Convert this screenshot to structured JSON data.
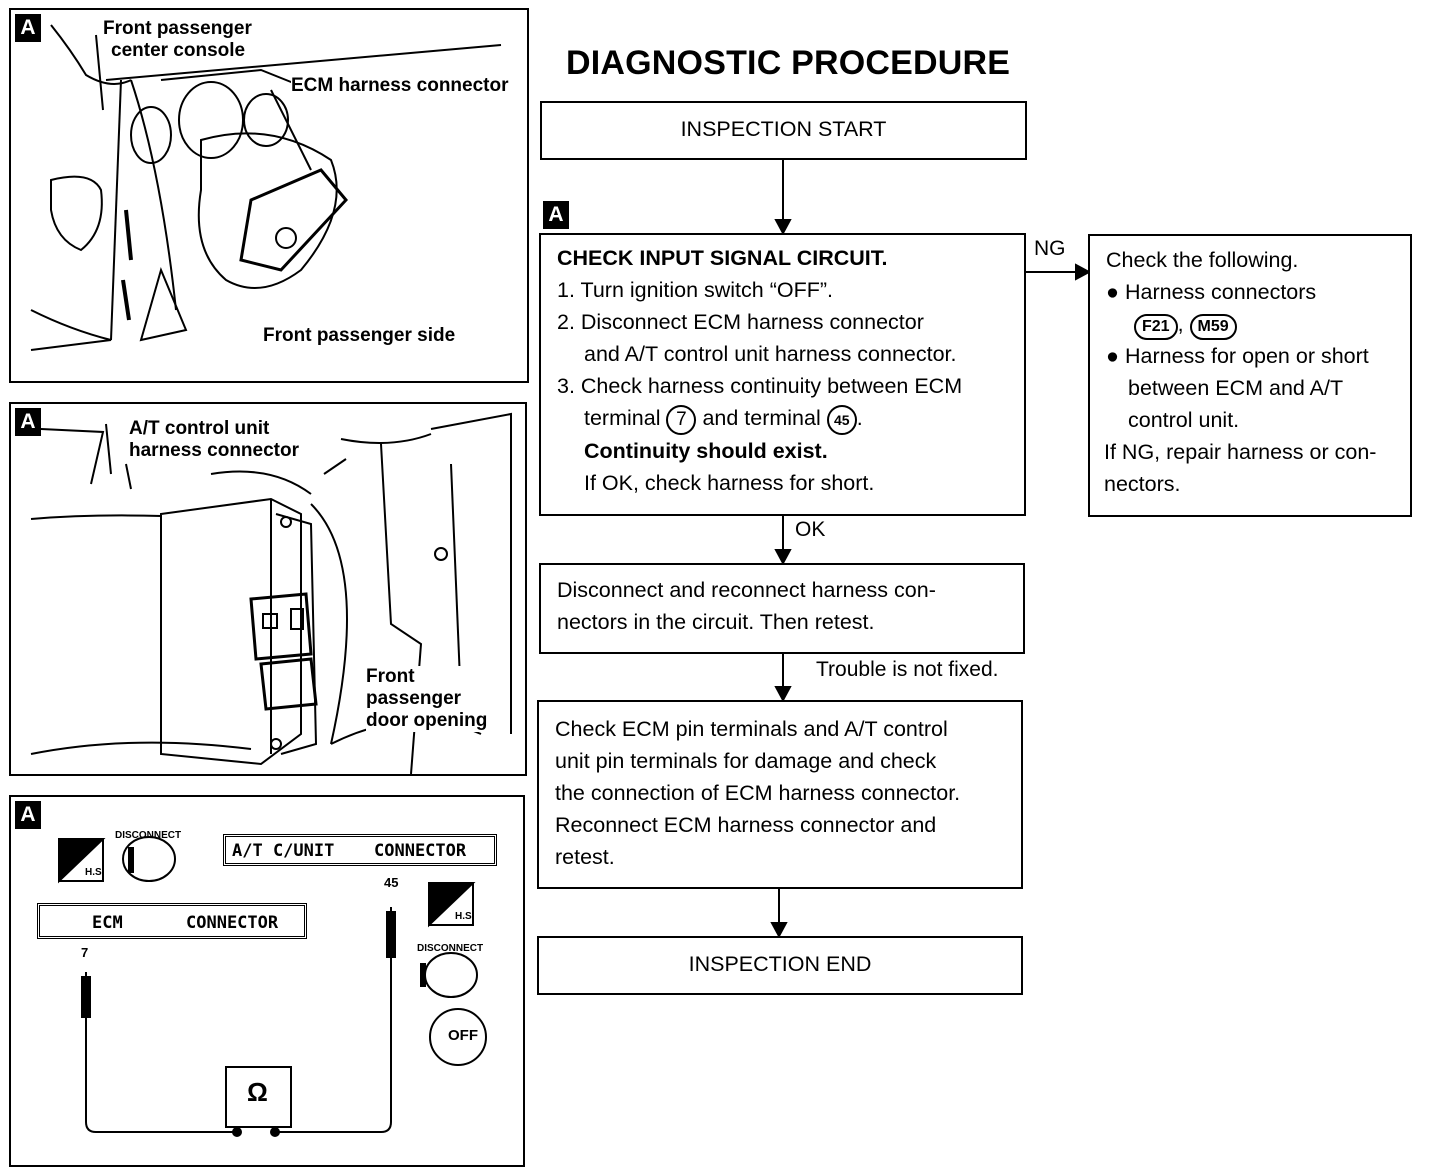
{
  "title": "DIAGNOSTIC PROCEDURE",
  "panels": {
    "tag": "A",
    "panel1": {
      "label_console": "Front passenger center console",
      "label_console_l1": "Front passenger",
      "label_console_l2": "center console",
      "label_ecm": "ECM harness connector",
      "label_side": "Front passenger side"
    },
    "panel2": {
      "label_conn_l1": "A/T control unit",
      "label_conn_l2": "harness connector",
      "label_door_l1": "Front",
      "label_door_l2": "passenger",
      "label_door_l3": "door opening"
    },
    "panel3": {
      "disconnect": "DISCONNECT",
      "hs": "H.S.",
      "at_unit": "A/T C/UNIT",
      "connector": "CONNECTOR",
      "ecm": "ECM",
      "pin_45": "45",
      "pin_7": "7",
      "ohm": "Ω",
      "off": "OFF"
    }
  },
  "flow": {
    "start": "INSPECTION START",
    "check": {
      "tag": "A",
      "heading": "CHECK INPUT SIGNAL CIRCUIT.",
      "step1": "1. Turn ignition switch “OFF”.",
      "step2a": "2. Disconnect ECM harness connector",
      "step2b": "and A/T control unit harness connector.",
      "step3a": "3. Check harness continuity between ECM",
      "step3b_pre": "terminal",
      "step3b_t1": "7",
      "step3b_mid": "and terminal",
      "step3b_t2": "45",
      "step3b_post": ".",
      "exist": "Continuity should exist.",
      "ifok": "If OK, check harness for short."
    },
    "ng_label": "NG",
    "ok_label": "OK",
    "ng_box": {
      "line1": "Check the following.",
      "bullet1": "Harness connectors",
      "conn1": "F21",
      "comma": ",",
      "conn2": "M59",
      "bullet2a": "Harness for open or short",
      "bullet2b": "between ECM and A/T",
      "bullet2c": "control unit.",
      "repair1": "If NG, repair harness or con-",
      "repair2": "nectors."
    },
    "reconnect": {
      "line1": "Disconnect and reconnect harness con-",
      "line2": "nectors in the circuit. Then retest."
    },
    "not_fixed": "Trouble is not fixed.",
    "pins_box": {
      "line1": "Check ECM pin terminals and A/T control",
      "line2": "unit pin terminals for damage and check",
      "line3": "the connection of ECM harness connector.",
      "line4": "Reconnect ECM harness connector and",
      "line5": "retest."
    },
    "end": "INSPECTION END"
  }
}
